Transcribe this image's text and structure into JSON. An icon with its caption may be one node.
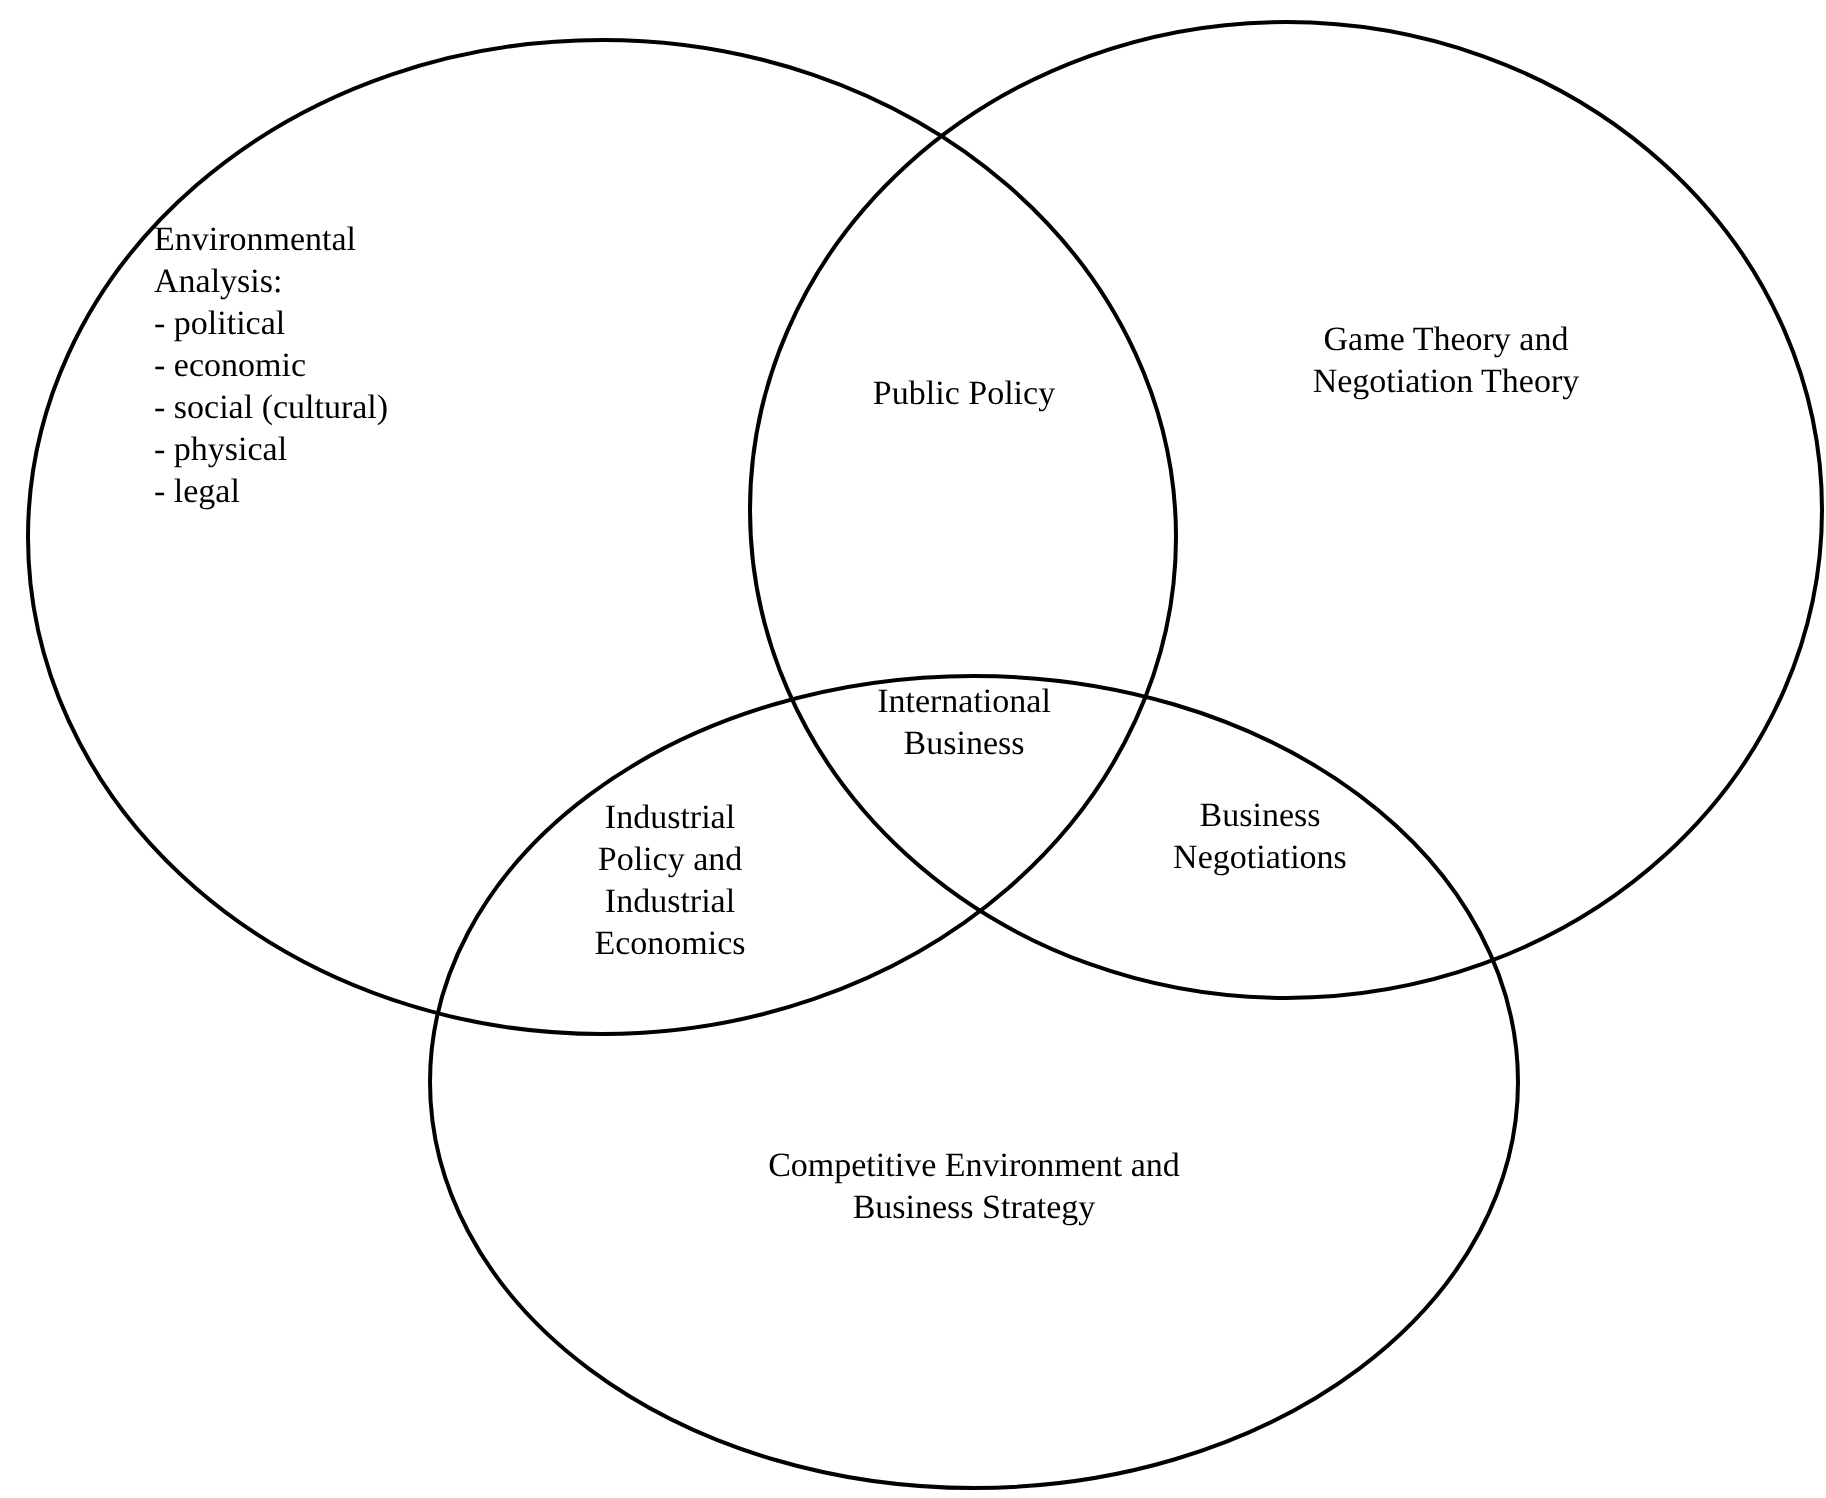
{
  "diagram": {
    "nodes": [
      {
        "text": [
          "Environmental Analysis:",
          "- political",
          "- economic",
          "- social (cultural)",
          "- physical",
          "- legal"
        ]
      },
      {
        "text": [
          "Game Theory and Negotiation Theory"
        ]
      },
      {
        "text": [
          "Competitive Environment and Business Strategy"
        ]
      }
    ],
    "labels": [
      "Public Policy",
      "International Business",
      "Industrial Policy and Industrial Economics",
      "Business Negotiations"
    ]
  }
}
